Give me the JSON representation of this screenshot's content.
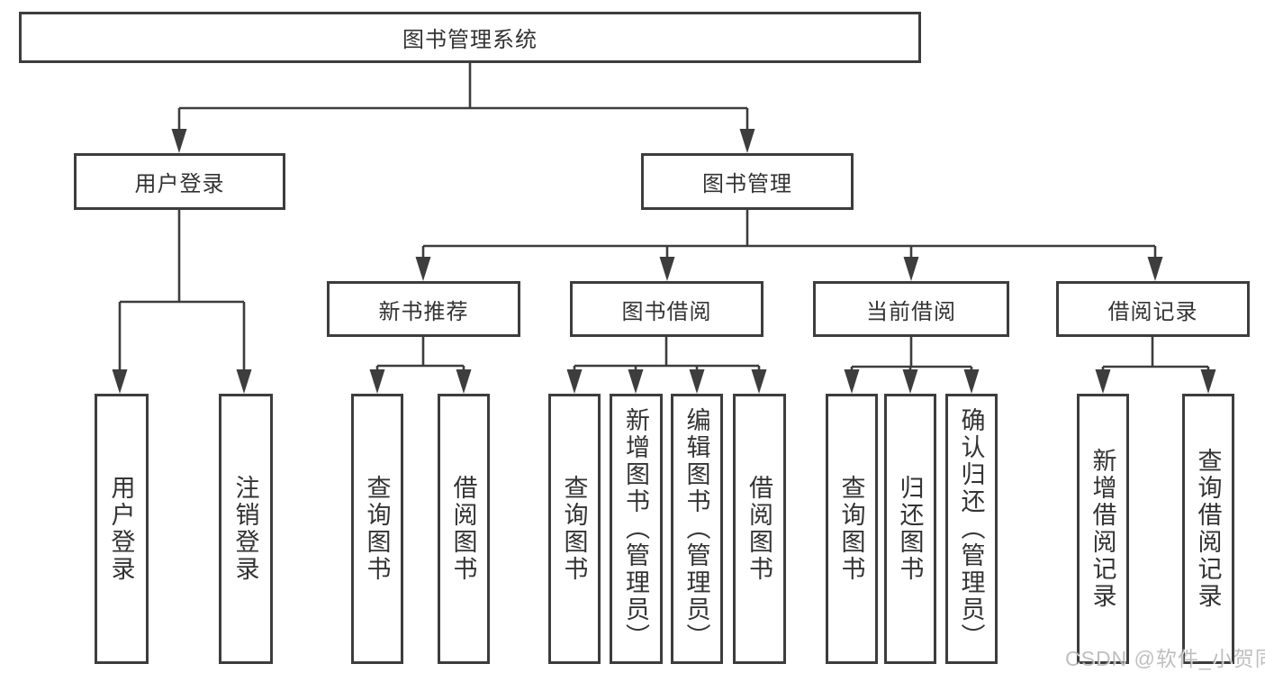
{
  "tree": {
    "root": {
      "label": "图书管理系统",
      "children": [
        {
          "label": "用户登录",
          "children": [
            {
              "label": "用户登录"
            },
            {
              "label": "注销登录"
            }
          ]
        },
        {
          "label": "图书管理",
          "children": [
            {
              "label": "新书推荐",
              "children": [
                {
                  "label": "查询图书"
                },
                {
                  "label": "借阅图书"
                }
              ]
            },
            {
              "label": "图书借阅",
              "children": [
                {
                  "label": "查询图书"
                },
                {
                  "label": "新增图书（管理员）"
                },
                {
                  "label": "编辑图书（管理员）"
                },
                {
                  "label": "借阅图书"
                }
              ]
            },
            {
              "label": "当前借阅",
              "children": [
                {
                  "label": "查询图书"
                },
                {
                  "label": "归还图书"
                },
                {
                  "label": "确认归还（管理员）"
                }
              ]
            },
            {
              "label": "借阅记录",
              "children": [
                {
                  "label": "新增借阅记录"
                },
                {
                  "label": "查询借阅记录"
                }
              ]
            }
          ]
        }
      ]
    }
  },
  "watermark": {
    "text": "CSDN @软件_小贺同学"
  },
  "colors": {
    "line": "#3d3d3d",
    "text": "#333333",
    "watermark": "#bcbcbc",
    "background": "#ffffff"
  }
}
